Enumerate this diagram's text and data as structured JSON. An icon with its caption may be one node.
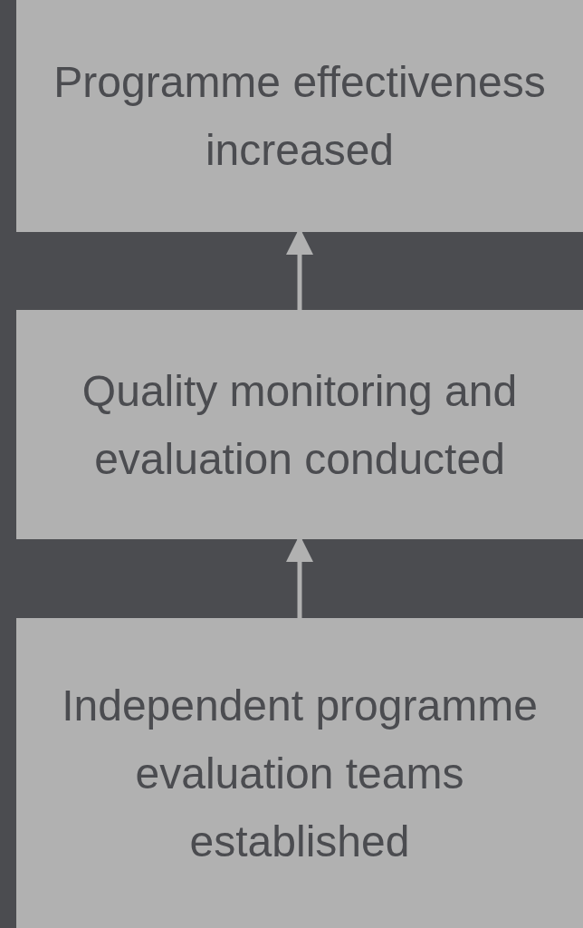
{
  "diagram": {
    "nodes": [
      {
        "text": [
          "Programme effectiveness increased"
        ]
      },
      {
        "text": [
          "Quality monitoring and evaluation conducted"
        ]
      },
      {
        "text": [
          "Independent programme evaluation teams established"
        ]
      }
    ],
    "edges": [
      {
        "from": 1,
        "to": 0,
        "arrow": "to"
      },
      {
        "from": 2,
        "to": 1,
        "arrow": "to"
      }
    ]
  }
}
